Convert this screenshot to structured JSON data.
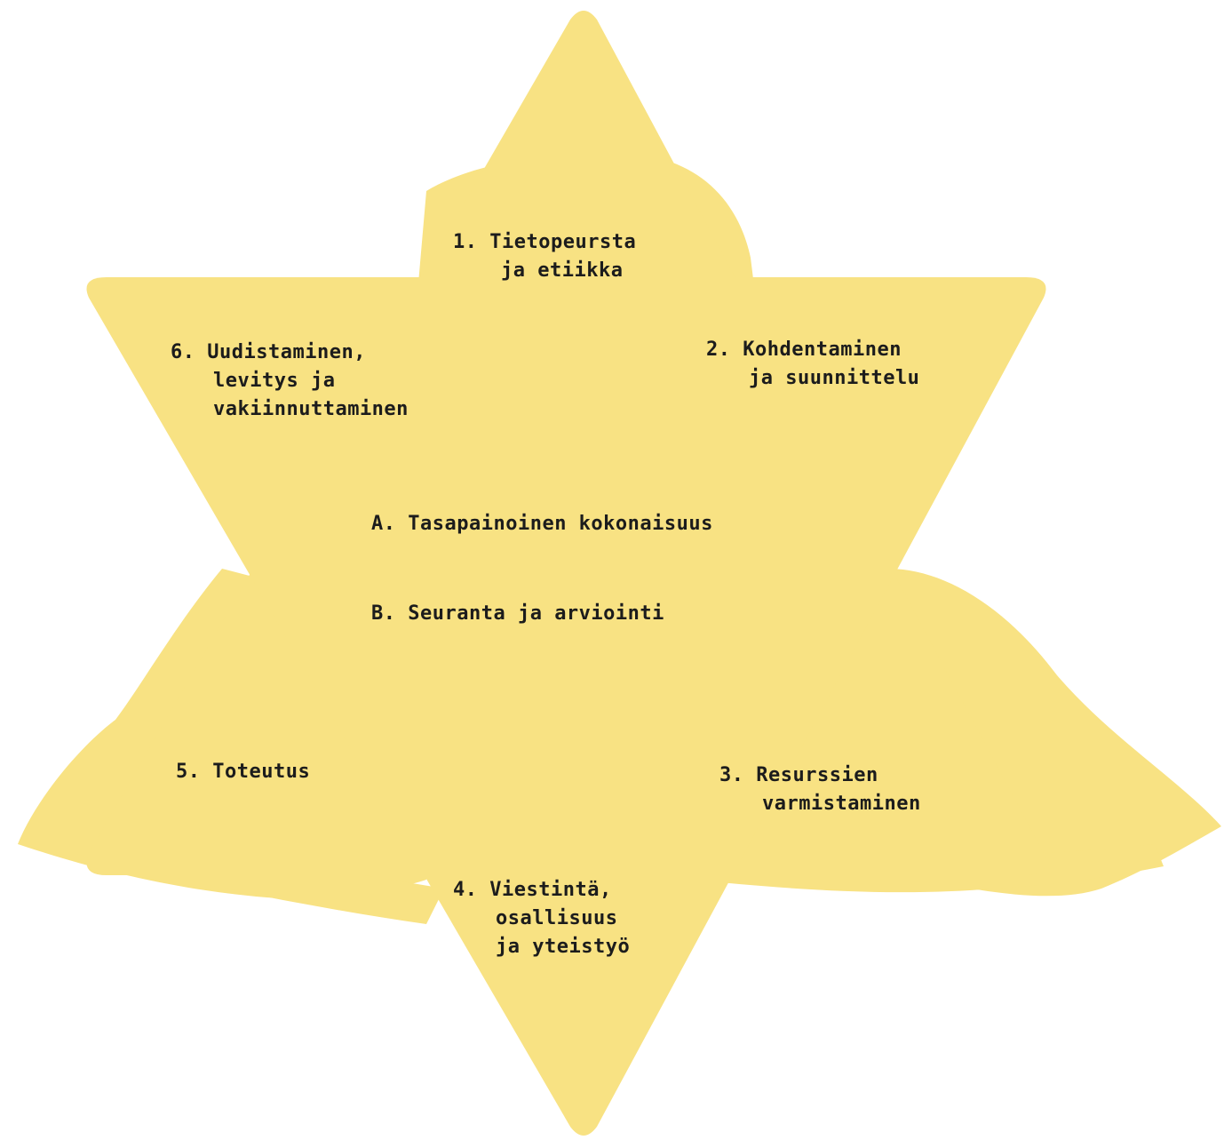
{
  "colors": {
    "star_fill": "#f8e283",
    "brush_fill": "#f8e283",
    "text": "#1c1c1c"
  },
  "points": {
    "p1": {
      "num": "1.",
      "line1": "Tietopeursta",
      "line2": "ja etiikka"
    },
    "p2": {
      "num": "2.",
      "line1": "Kohdentaminen",
      "line2": "ja suunnittelu"
    },
    "p3": {
      "num": "3.",
      "line1": "Resurssien",
      "line2": "varmistaminen"
    },
    "p4": {
      "num": "4.",
      "line1": "Viestintä,",
      "line2": "osallisuus",
      "line3": "ja yteistyö"
    },
    "p5": {
      "num": "5.",
      "line1": "Toteutus"
    },
    "p6": {
      "num": "6.",
      "line1": "Uudistaminen,",
      "line2": "levitys ja",
      "line3": "vakiinnuttaminen"
    }
  },
  "center": {
    "a": {
      "num": "A.",
      "text": "Tasapainoinen kokonaisuus"
    },
    "b": {
      "num": "B.",
      "text": "Seuranta ja arviointi"
    }
  }
}
